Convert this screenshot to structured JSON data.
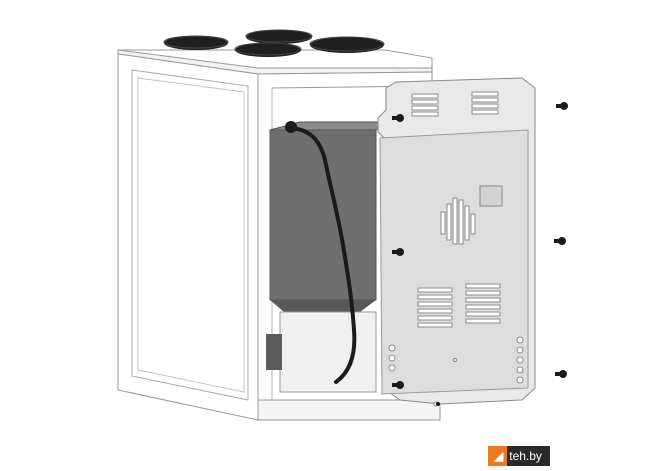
{
  "image": {
    "subject": "stove",
    "colors": {
      "outline": "#9a9a9a",
      "body": "#ffffff",
      "panel": "#e9e9e9",
      "panel_inner": "#dddddd",
      "oven_box": "#6f6f6f",
      "burner": "#1f1f1f",
      "cable": "#1a1a1a"
    },
    "burners": 4,
    "screws": 7
  },
  "watermark": {
    "icon": "teh-logo-icon",
    "text": "teh.by",
    "brand_color": "#ef7a1e"
  }
}
